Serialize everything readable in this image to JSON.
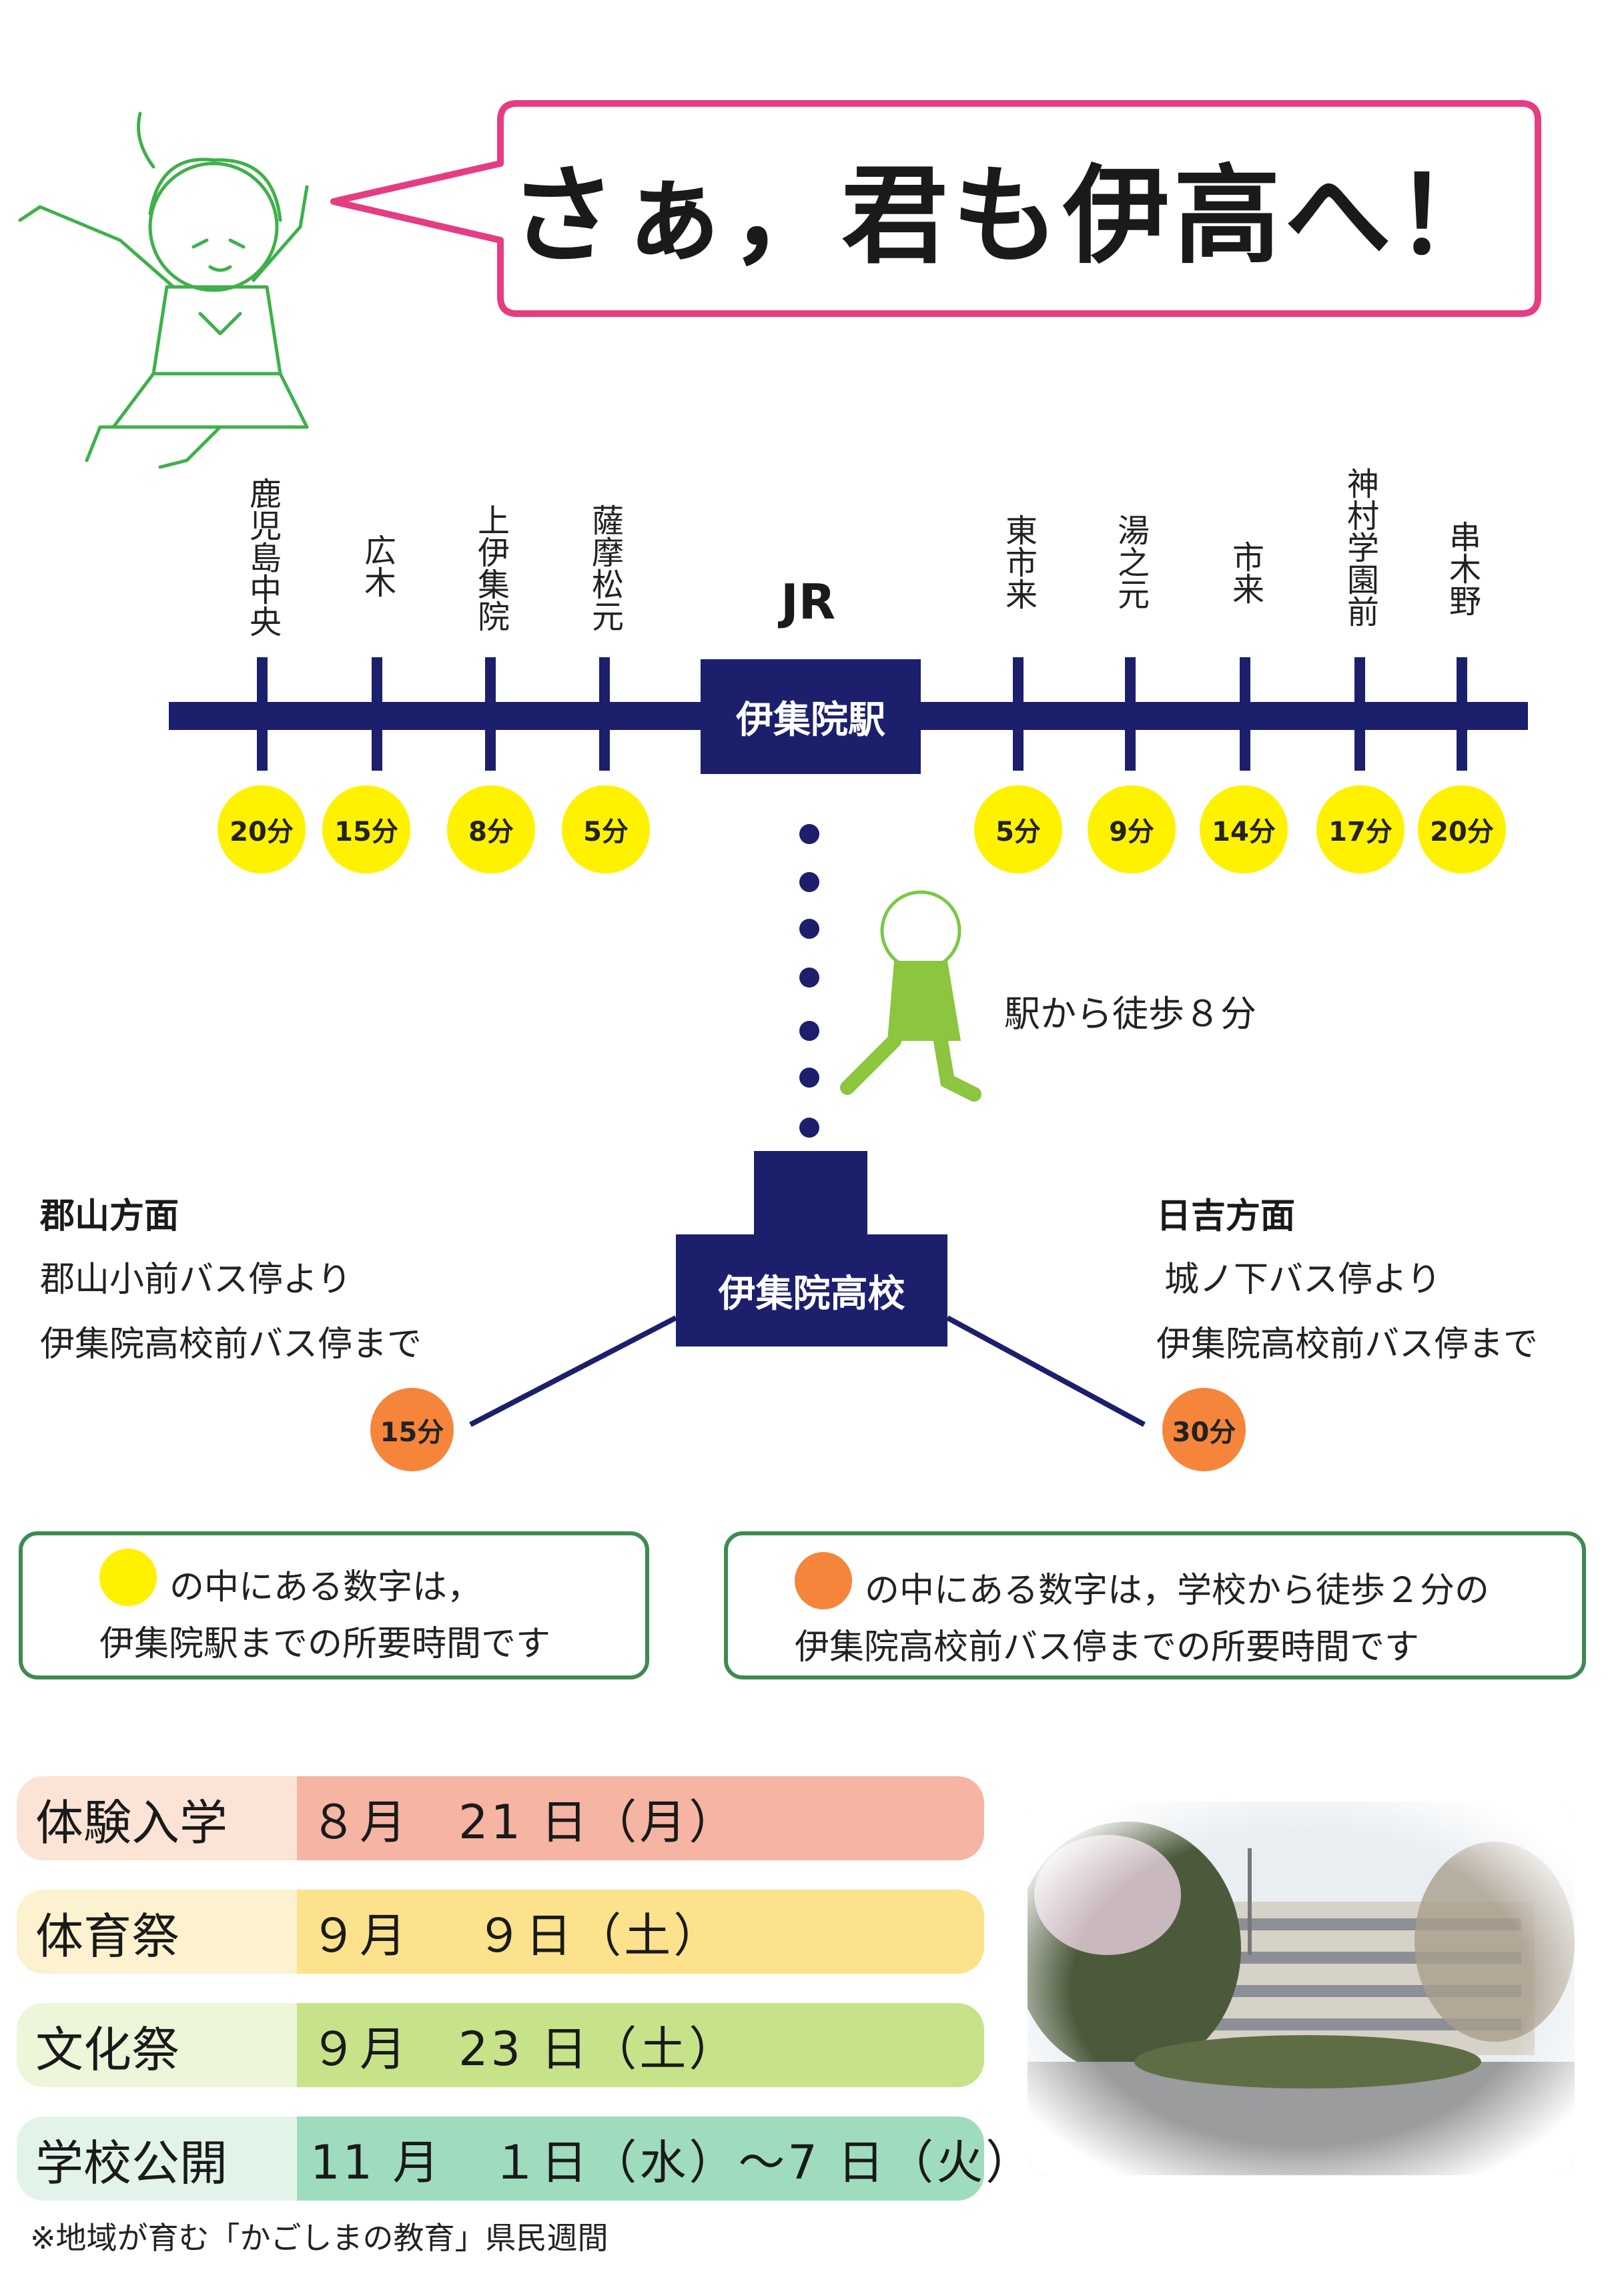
{
  "headline": "さぁ，君も伊高へ！",
  "colors": {
    "navy": "#1c1f6b",
    "bubble_border": "#e63c82",
    "yellow": "#fff200",
    "orange": "#f5853a",
    "legend_border": "#3d8a52",
    "character_green": "#3fb04a"
  },
  "rail": {
    "jr_label": "JR",
    "station_name": "伊集院駅",
    "west_stations": [
      {
        "name": "鹿児島中央",
        "time": "20分"
      },
      {
        "name": "広木",
        "time": "15分"
      },
      {
        "name": "上伊集院",
        "time": "8分"
      },
      {
        "name": "薩摩松元",
        "time": "5分"
      }
    ],
    "east_stations": [
      {
        "name": "東市来",
        "time": "5分"
      },
      {
        "name": "湯之元",
        "time": "9分"
      },
      {
        "name": "市来",
        "time": "14分"
      },
      {
        "name": "神村学園前",
        "time": "17分"
      },
      {
        "name": "串木野",
        "time": "20分"
      }
    ],
    "walk_text": "駅から徒歩８分"
  },
  "school": {
    "name": "伊集院高校",
    "left_direction": {
      "title": "郡山方面",
      "line1": "郡山小前バス停より",
      "line2": "伊集院高校前バス停まで",
      "time": "15分"
    },
    "right_direction": {
      "title": "日吉方面",
      "line1": "城ノ下バス停より",
      "line2": "伊集院高校前バス停まで",
      "time": "30分"
    }
  },
  "legend": {
    "yellow_line1": "の中にある数字は，",
    "yellow_line2": "伊集院駅までの所要時間です",
    "orange_line1": "の中にある数字は，学校から徒歩２分の",
    "orange_line2": "伊集院高校前バス停までの所要時間です"
  },
  "events": [
    {
      "label": "体験入学",
      "date": "８月　21 日（月）",
      "label_color": "#fbe3d6",
      "date_color": "#f6b4a3"
    },
    {
      "label": "体育祭",
      "date": "９月　 ９日（土）",
      "label_color": "#fdf2cf",
      "date_color": "#fce28c"
    },
    {
      "label": "文化祭",
      "date": "９月　23 日（土）",
      "label_color": "#eef6da",
      "date_color": "#c6e38a"
    },
    {
      "label": "学校公開",
      "date": "11 月　１日（水）～7 日（火）",
      "label_color": "#e2f4ea",
      "date_color": "#9fdcbe"
    }
  ],
  "footnote": "※地域が育む「かごしまの教育」県民週間"
}
